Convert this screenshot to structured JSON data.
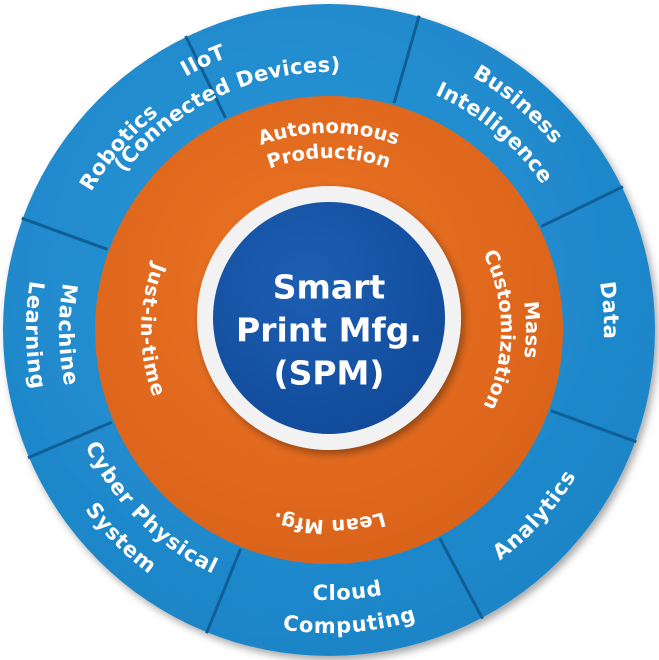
{
  "center": {
    "lines": [
      "Smart",
      "Print Mfg.",
      "(SPM)"
    ]
  },
  "middle_ring": {
    "labels": {
      "top": [
        "Autonomous",
        "Production"
      ],
      "right": [
        "Mass",
        "Customization"
      ],
      "bottom": [
        "Lean Mfg."
      ],
      "left": [
        "Just-in-time"
      ]
    }
  },
  "outer_ring": {
    "segments": [
      {
        "lines": [
          "IIoT",
          "(Connected Devices)"
        ]
      },
      {
        "lines": [
          "Business",
          "Intelligence"
        ]
      },
      {
        "lines": [
          "Data"
        ]
      },
      {
        "lines": [
          "Analytics"
        ]
      },
      {
        "lines": [
          "Cloud",
          "Computing"
        ]
      },
      {
        "lines": [
          "Cyber Physical",
          "System"
        ]
      },
      {
        "lines": [
          "Machine",
          "Learning"
        ]
      },
      {
        "lines": [
          "Robotics"
        ]
      }
    ]
  },
  "colors": {
    "outer_blue": "#1a83c6",
    "outer_blue_light": "#2c97d8",
    "divider": "#0f5f96",
    "middle_orange": "#ec7424",
    "middle_orange_dark": "#d9621a",
    "white_ring": "#f2f2f2",
    "core_blue": "#114a99",
    "core_blue_light": "#1d5fb4"
  }
}
